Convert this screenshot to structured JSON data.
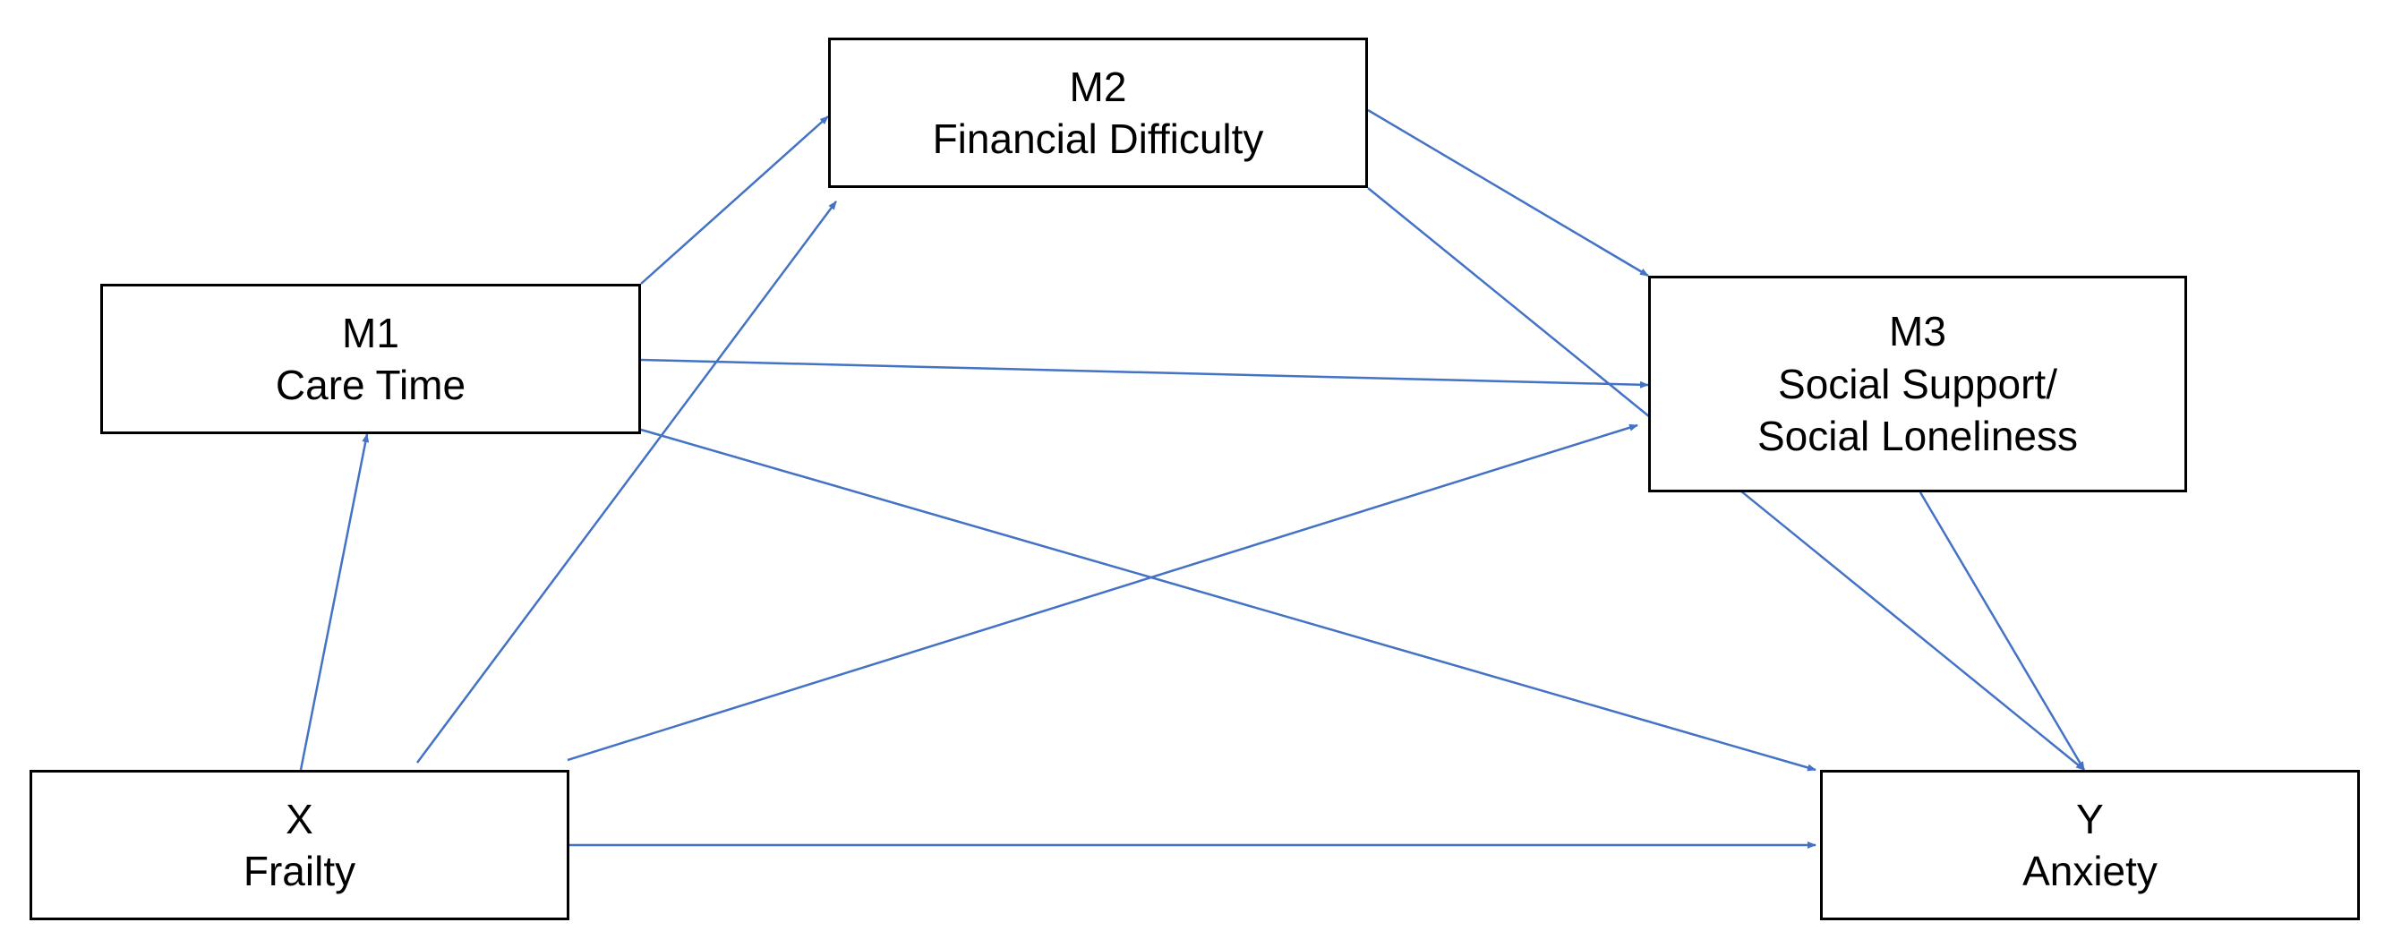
{
  "colors": {
    "edge": "#4472C4",
    "box_border": "#000000",
    "text": "#000000",
    "background": "#ffffff"
  },
  "nodes": {
    "m1": {
      "id": "M1",
      "label": "Care Time"
    },
    "m2": {
      "id": "M2",
      "label": "Financial Difficulty"
    },
    "m3": {
      "id": "M3",
      "label_line1": "Social Support/",
      "label_line2": "Social Loneliness"
    },
    "x": {
      "id": "X",
      "label": "Frailty"
    },
    "y": {
      "id": "Y",
      "label": "Anxiety"
    }
  },
  "edges": [
    {
      "from": "X",
      "to": "M1"
    },
    {
      "from": "X",
      "to": "M2"
    },
    {
      "from": "X",
      "to": "M3"
    },
    {
      "from": "X",
      "to": "Y"
    },
    {
      "from": "M1",
      "to": "M2"
    },
    {
      "from": "M1",
      "to": "M3"
    },
    {
      "from": "M1",
      "to": "Y"
    },
    {
      "from": "M2",
      "to": "M3"
    },
    {
      "from": "M2",
      "to": "Y"
    },
    {
      "from": "M3",
      "to": "Y"
    }
  ]
}
